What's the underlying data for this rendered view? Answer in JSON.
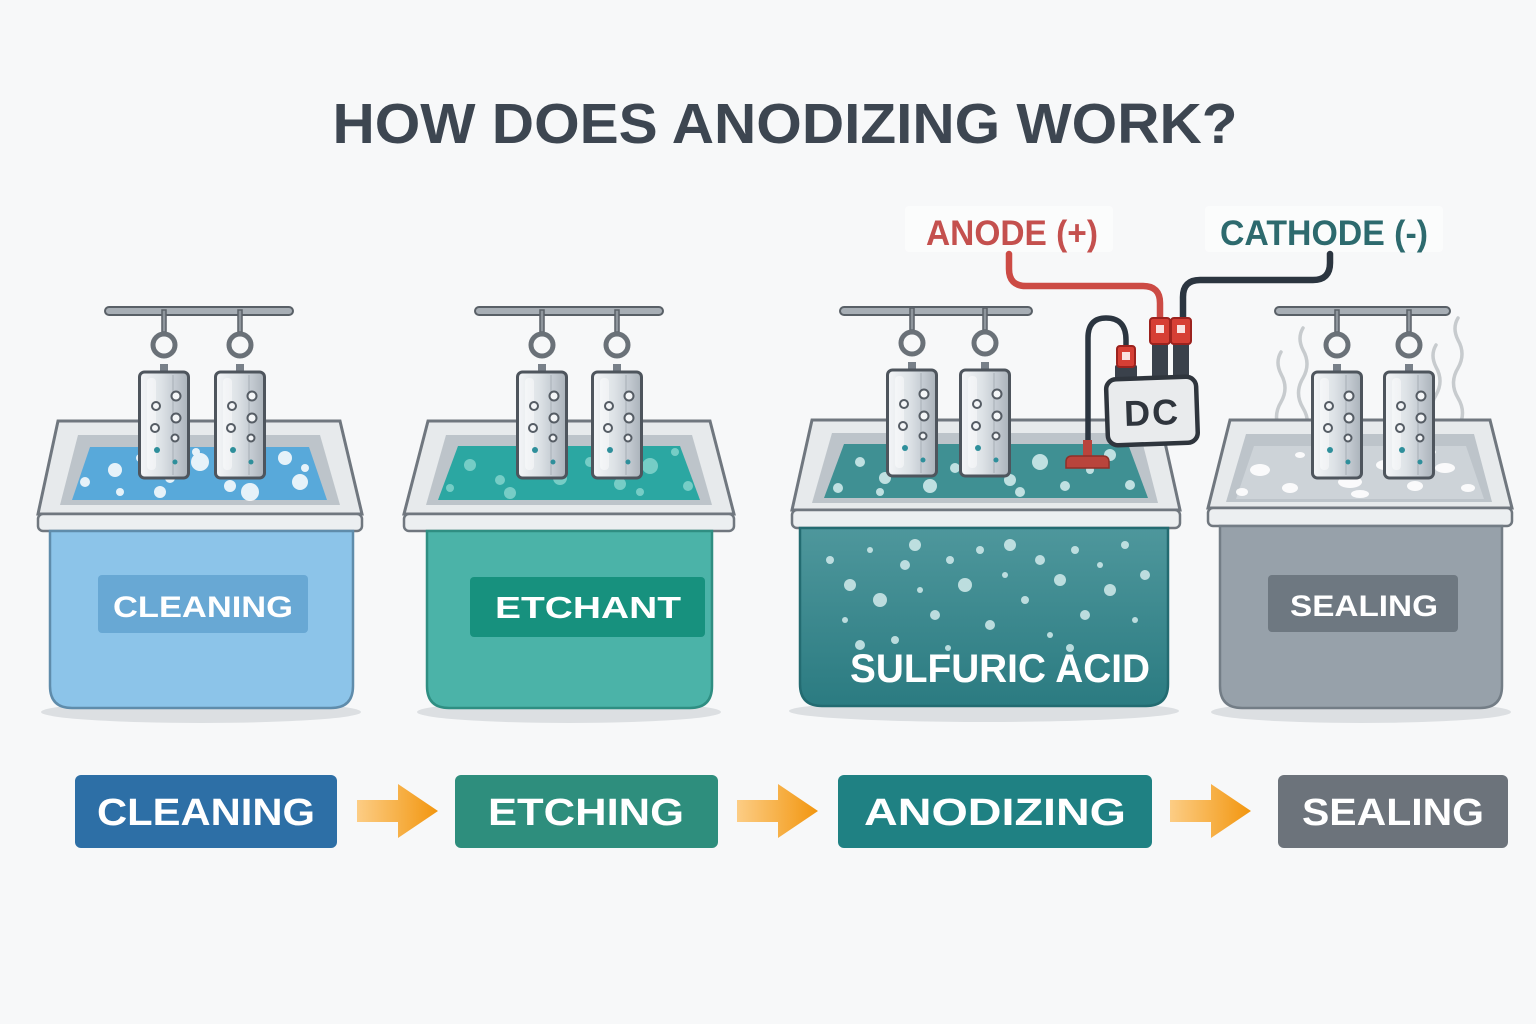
{
  "title": "HOW DOES ANODIZING WORK?",
  "annotations": {
    "anode": {
      "label": "ANODE (+)",
      "color": "#c4504e"
    },
    "cathode": {
      "label": "CATHODE (-)",
      "color": "#2d6a6e"
    },
    "power_supply": {
      "label": "DC"
    }
  },
  "tanks": [
    {
      "label": "CLEANING",
      "body_color": "#8cc4e9",
      "band_color": "#68a8d4",
      "liquid_color": "#58a9da"
    },
    {
      "label": "ETCHANT",
      "body_color": "#4bb3a8",
      "band_color": "#17917e",
      "liquid_color": "#2ba7a2"
    },
    {
      "label": "SULFURIC ACID",
      "body_color": "#35838a",
      "band_color": "",
      "liquid_color": "#3f9093"
    },
    {
      "label": "SEALING",
      "body_color": "#97a1aa",
      "band_color": "#6e7881",
      "liquid_color": "#cdd3d8"
    }
  ],
  "process_flow": {
    "steps": [
      {
        "label": "CLEANING",
        "color": "#2d6fa6"
      },
      {
        "label": "ETCHING",
        "color": "#2e8e7d"
      },
      {
        "label": "ANODIZING",
        "color": "#1f8183"
      },
      {
        "label": "SEALING",
        "color": "#6c737b"
      }
    ],
    "arrow_color": "#f29111"
  }
}
